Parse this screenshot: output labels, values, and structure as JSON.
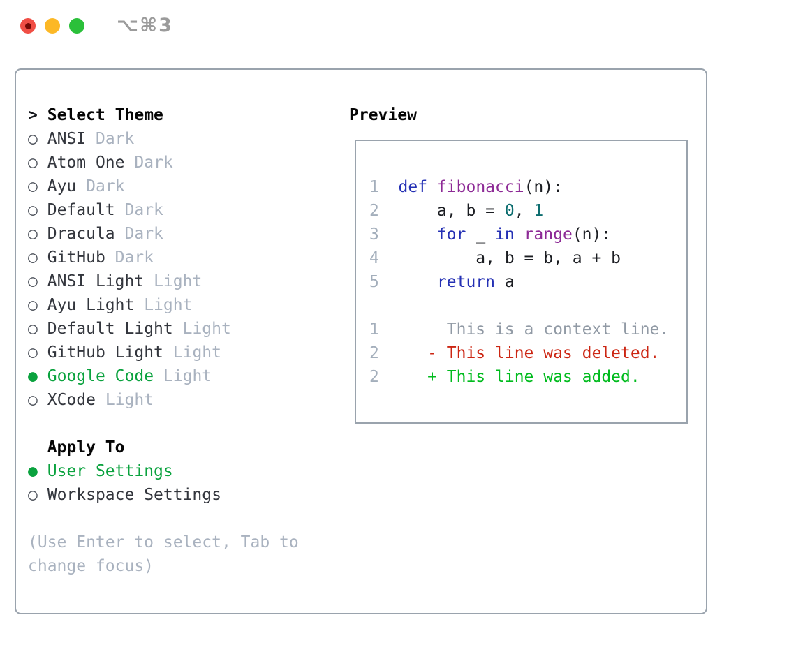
{
  "window": {
    "title": "⌥⌘3"
  },
  "traffic_lights": {
    "close": "red",
    "minimize": "yellow",
    "zoom": "green"
  },
  "theme_picker": {
    "header_prefix": ">",
    "header": "Select Theme",
    "radio_unselected_glyph": "○",
    "radio_selected_glyph": "●",
    "themes": [
      {
        "name": "ANSI",
        "variant": "Dark",
        "selected": false
      },
      {
        "name": "Atom One",
        "variant": "Dark",
        "selected": false
      },
      {
        "name": "Ayu",
        "variant": "Dark",
        "selected": false
      },
      {
        "name": "Default",
        "variant": "Dark",
        "selected": false
      },
      {
        "name": "Dracula",
        "variant": "Dark",
        "selected": false
      },
      {
        "name": "GitHub",
        "variant": "Dark",
        "selected": false
      },
      {
        "name": "ANSI Light",
        "variant": "Light",
        "selected": false
      },
      {
        "name": "Ayu Light",
        "variant": "Light",
        "selected": false
      },
      {
        "name": "Default Light",
        "variant": "Light",
        "selected": false
      },
      {
        "name": "GitHub Light",
        "variant": "Light",
        "selected": false
      },
      {
        "name": "Google Code",
        "variant": "Light",
        "selected": true
      },
      {
        "name": "XCode",
        "variant": "Light",
        "selected": false
      }
    ],
    "apply_to": {
      "header": "Apply To",
      "options": [
        {
          "name": "User Settings",
          "selected": true
        },
        {
          "name": "Workspace Settings",
          "selected": false
        }
      ]
    },
    "hint_lines": [
      "(Use Enter to select, Tab to",
      "change focus)"
    ]
  },
  "preview": {
    "header": "Preview",
    "lines": [
      {
        "num": "1",
        "tokens": [
          [
            "kw",
            "def"
          ],
          [
            "pln",
            " "
          ],
          [
            "fn",
            "fibonacci"
          ],
          [
            "pln",
            "("
          ],
          [
            "pln",
            "n"
          ],
          [
            "pln",
            "):"
          ]
        ]
      },
      {
        "num": "2",
        "tokens": [
          [
            "pln",
            "    a, b = "
          ],
          [
            "lit",
            "0"
          ],
          [
            "pln",
            ", "
          ],
          [
            "lit",
            "1"
          ]
        ]
      },
      {
        "num": "3",
        "tokens": [
          [
            "pln",
            "    "
          ],
          [
            "kw",
            "for"
          ],
          [
            "pln",
            " _ "
          ],
          [
            "kw",
            "in"
          ],
          [
            "pln",
            " "
          ],
          [
            "fn",
            "range"
          ],
          [
            "pln",
            "(n):"
          ]
        ]
      },
      {
        "num": "4",
        "tokens": [
          [
            "pln",
            "        a, b = b, a + b"
          ]
        ]
      },
      {
        "num": "5",
        "tokens": [
          [
            "pln",
            "    "
          ],
          [
            "kw",
            "return"
          ],
          [
            "pln",
            " a"
          ]
        ]
      },
      {
        "num": "",
        "tokens": []
      },
      {
        "num": "1",
        "tokens": [
          [
            "ctx",
            "     This is a context line."
          ]
        ]
      },
      {
        "num": "2",
        "tokens": [
          [
            "del",
            "   - This line was deleted."
          ]
        ]
      },
      {
        "num": "2",
        "tokens": [
          [
            "add",
            "   + This line was added."
          ]
        ]
      }
    ]
  },
  "colors": {
    "ink": "#33363d",
    "muted": "#a9b2bf",
    "selGreen": "#0aa23e",
    "kw": "#2430b4",
    "fn": "#8d2a96",
    "lit": "#0c6d6f",
    "pln": "#1b1d22",
    "ctx": "#919aa5",
    "del": "#cc2613",
    "add": "#00bb1d",
    "lineNum": "#a3aebb",
    "panelBorder": "#9aa3ad"
  }
}
